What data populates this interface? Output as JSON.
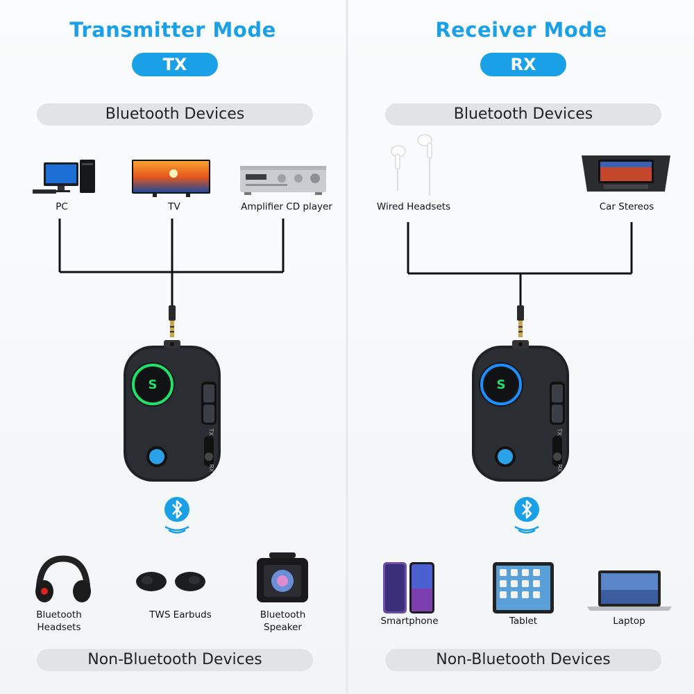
{
  "tx": {
    "title": "Transmitter Mode",
    "badge": "TX",
    "top_bar": "Bluetooth Devices",
    "bottom_bar": "Non-Bluetooth Devices",
    "devices_top": [
      "PC",
      "TV",
      "Amplifier CD player"
    ],
    "devices_bottom": [
      "Bluetooth Headsets",
      "TWS Earbuds",
      "Bluetooth Speaker"
    ],
    "ring_color": "#22e06a"
  },
  "rx": {
    "title": "Receiver Mode",
    "badge": "RX",
    "top_bar": "Bluetooth Devices",
    "bottom_bar": "Non-Bluetooth Devices",
    "devices_top": [
      "Wired Headsets",
      "Car Stereos"
    ],
    "devices_bottom": [
      "Smartphone",
      "Tablet",
      "Laptop"
    ],
    "ring_color": "#1e8fff"
  },
  "device": {
    "switch_top": "TX",
    "switch_bottom": "RX"
  },
  "colors": {
    "accent": "#1aa0e6",
    "bar": "#e1e4e7",
    "bluetooth": "#1aa0e6"
  },
  "icons": [
    "pc-icon",
    "tv-icon",
    "amplifier-icon",
    "headphones-icon",
    "earbuds-icon",
    "speaker-icon",
    "earphones-icon",
    "car-stereo-icon",
    "smartphone-icon",
    "tablet-icon",
    "laptop-icon",
    "bluetooth-icon",
    "adapter-device"
  ]
}
